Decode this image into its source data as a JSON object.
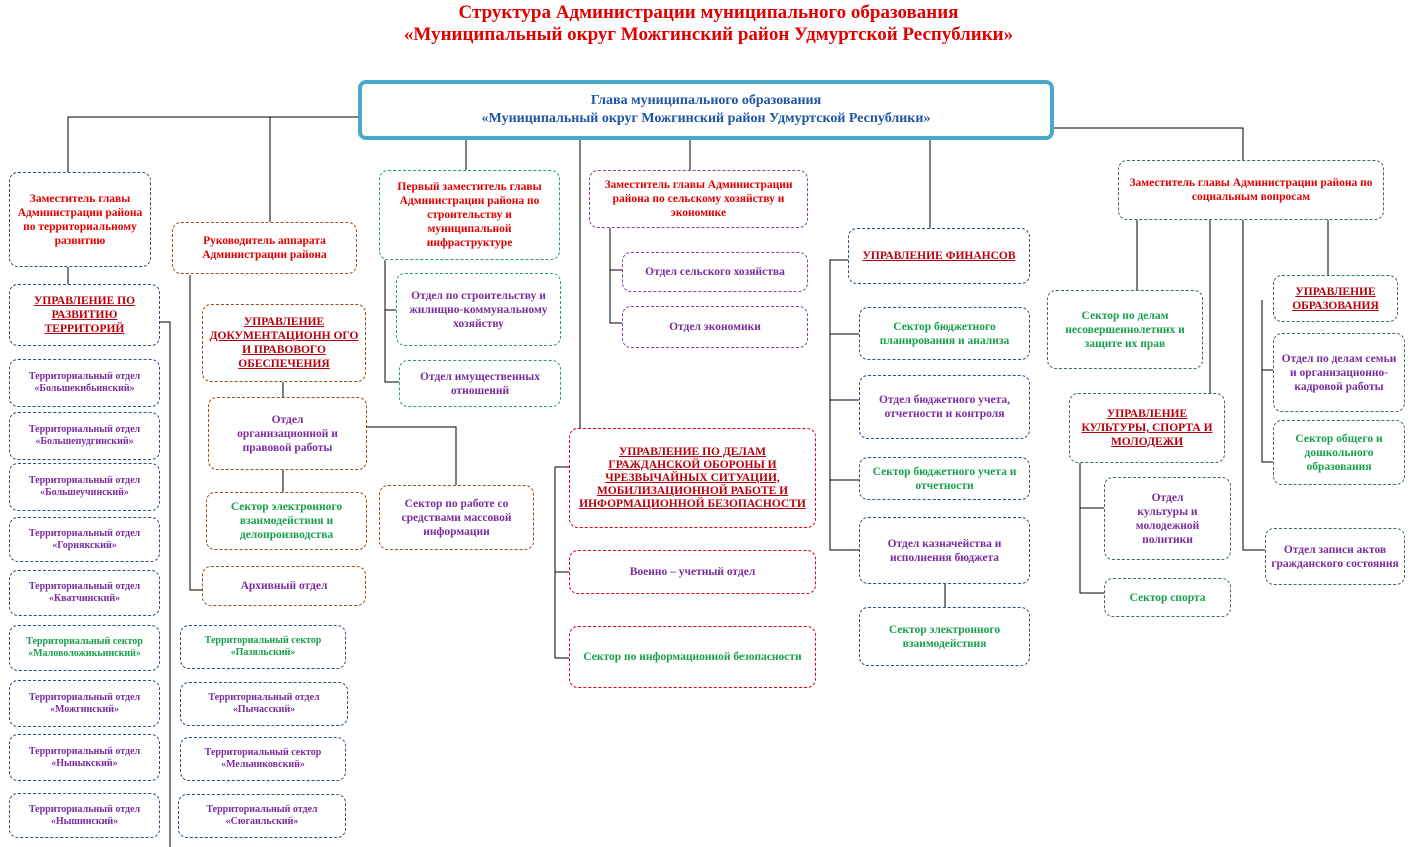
{
  "title": {
    "line1": "Структура  Администрации муниципального образования",
    "line2": "«Муниципальный округ Можгинский район Удмуртской Республики»"
  },
  "head": "Глава  муниципального образования\n«Муниципальный округ Можгинский район Удмуртской Республики»",
  "col1": {
    "deputy": "Заместитель главы Администрации района по территориальному развитию",
    "department": "УПРАВЛЕНИЕ ПО РАЗВИТИЮ ТЕРРИТОРИЙ",
    "units": [
      "Территориальный отдел\n«Большекибьинский»",
      "Территориальный отдел\n«Большепудгинский»",
      "Территориальный отдел\n«Большеучинский»",
      "Территориальный отдел\n«Горнякский»",
      "Территориальный отдел\n«Кватчинский»",
      "Территориальный сектор\n«Маловоложикьинский»",
      "Территориальный отдел\n«Можгинский»",
      "Территориальный отдел\n«Ныныкский»",
      "Территориальный отдел\n«Нышинский»"
    ],
    "units2": [
      "Территориальный сектор\n«Пазяльский»",
      "Территориальный отдел\n«Пычасский»",
      "Территориальный сектор\n«Мельниковский»",
      "Территориальный отдел\n«Сюгаильский»"
    ]
  },
  "col2": {
    "head": "Руководитель аппарата Администрации района",
    "department": "УПРАВЛЕНИЕ ДОКУМЕНТАЦИОНН ОГО  И ПРАВОВОГО ОБЕСПЕЧЕНИЯ",
    "org_dept": "Отдел\nорганизационной и\nправовой работы",
    "e_sector": "Сектор электронного взаимодействия и делопроизводства",
    "media_sector": "Сектор по работе со средствами массовой информации",
    "archive": "Архивный отдел"
  },
  "col3": {
    "deputy": "Первый заместитель главы Администрации района по строительству и муниципальной инфраструктуре",
    "construction": "Отдел по строительству и жилищно-коммунальному хозяйству",
    "property": "Отдел имущественных отношений"
  },
  "col4": {
    "deputy": "Заместитель главы Администрации района по сельскому  хозяйству и экономике",
    "agri": "Отдел сельского хозяйства",
    "economy": "Отдел экономики"
  },
  "gochs": {
    "department": "УПРАВЛЕНИЕ  ПО ДЕЛАМ ГРАЖДАНСКОЙ ОБОРОНЫ И ЧРЕЗВЫЧАЙНЫХ СИТУАЦИИ, МОБИЛИЗАЦИОННОЙ  РАБОТЕ И ИНФОРМАЦИОННОЙ БЕЗОПАСНОСТИ",
    "military": "Военно – учетный отдел",
    "infosec": "Сектор по информационной безопасности"
  },
  "finance": {
    "department": "УПРАВЛЕНИЕ ФИНАНСОВ",
    "units": [
      "Сектор бюджетного планирования и анализа",
      "Отдел бюджетного учета, отчетности и контроля",
      "Сектор бюджетного учета и отчетности",
      "Отдел казначейства и исполнения бюджета",
      "Сектор электронного взаимодействия"
    ]
  },
  "social": {
    "deputy": "Заместитель главы Администрации района по социальным  вопросам",
    "minors": "Сектор по делам несовершеннолетних и защите их прав",
    "culture_dept": "УПРАВЛЕНИЕ КУЛЬТУРЫ, СПОРТА И МОЛОДЕЖИ",
    "culture": "Отдел\nкультуры и\nмолодежной\nполитики",
    "sport": "Сектор спорта",
    "education_dept": "УПРАВЛЕНИЕ ОБРАЗОВАНИЯ",
    "family": "Отдел  по делам семьи  и организационно-кадровой работы",
    "preschool": "Сектор общего и дошкольного образования",
    "registry": "Отдел записи актов гражданского состояния"
  }
}
